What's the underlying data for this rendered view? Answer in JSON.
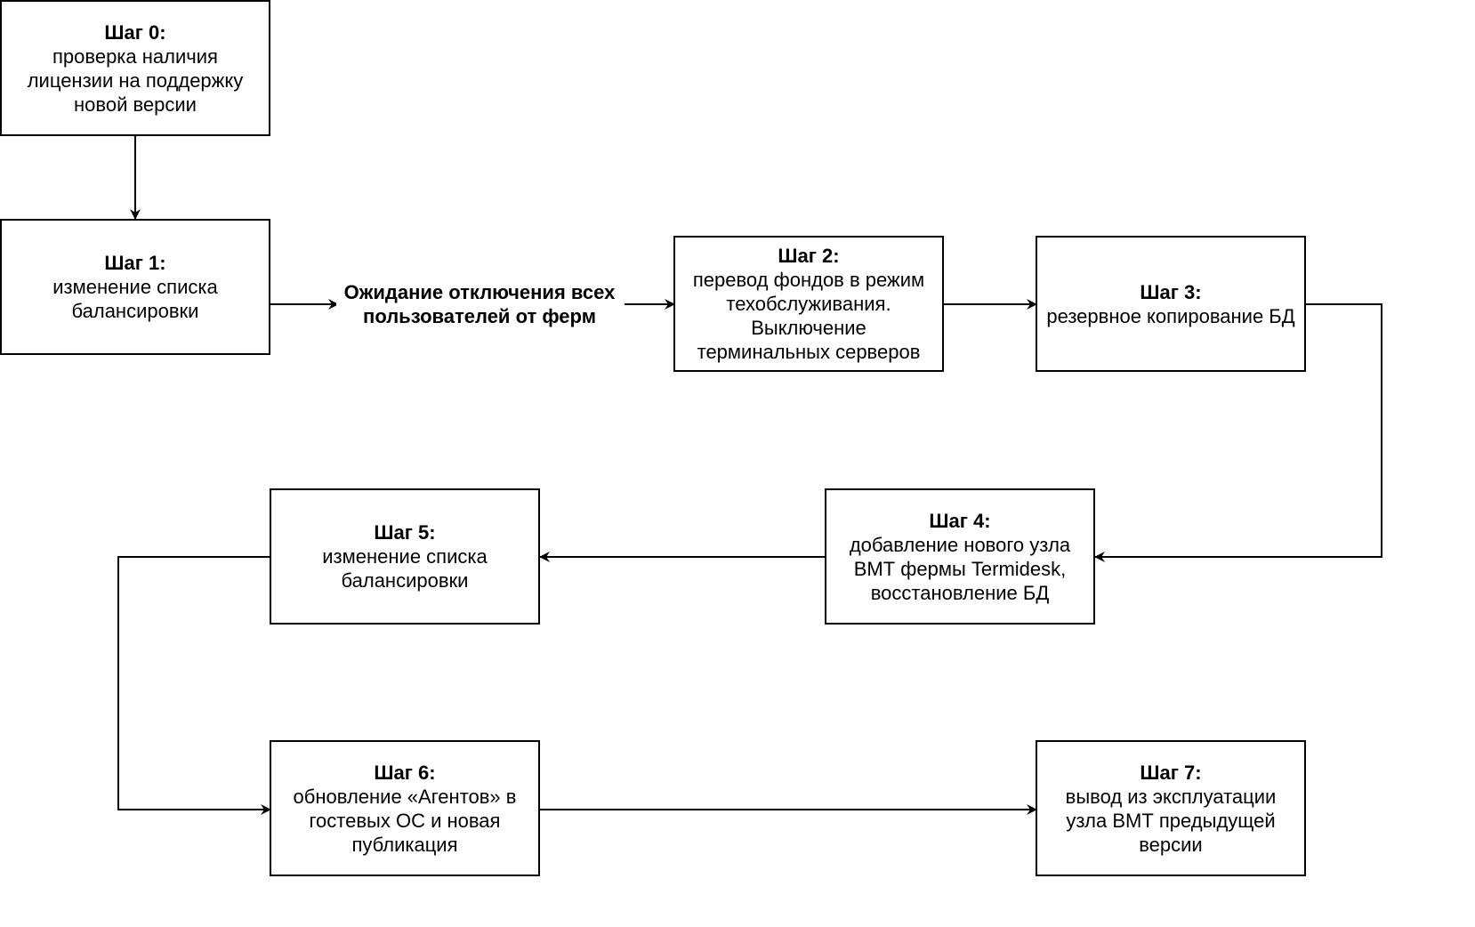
{
  "steps": [
    {
      "title": "Шаг 0:",
      "desc": "проверка наличия\nлицензии на поддержку\nновой версии"
    },
    {
      "title": "Шаг 1:",
      "desc": "изменение списка\nбалансировки"
    },
    {
      "title": "Шаг 2:",
      "desc": "перевод фондов в режим\nтехобслуживания.\nВыключение\nтерминальных серверов"
    },
    {
      "title": "Шаг 3:",
      "desc": "резервное копирование БД"
    },
    {
      "title": "Шаг 4:",
      "desc": "добавление нового узла\nВМТ фермы Termidesk,\nвосстановление БД"
    },
    {
      "title": "Шаг 5:",
      "desc": "изменение списка\nбалансировки"
    },
    {
      "title": "Шаг 6:",
      "desc": "обновление «Агентов» в\nгостевых ОС и новая\nпубликация"
    },
    {
      "title": "Шаг 7:",
      "desc": "вывод из эксплуатации\nузла ВМТ предыдущей\nверсии"
    }
  ],
  "wait_label": "Ожидание отключения всех\nпользователей от ферм",
  "colors": {
    "stroke": "#000000",
    "background": "#ffffff"
  }
}
